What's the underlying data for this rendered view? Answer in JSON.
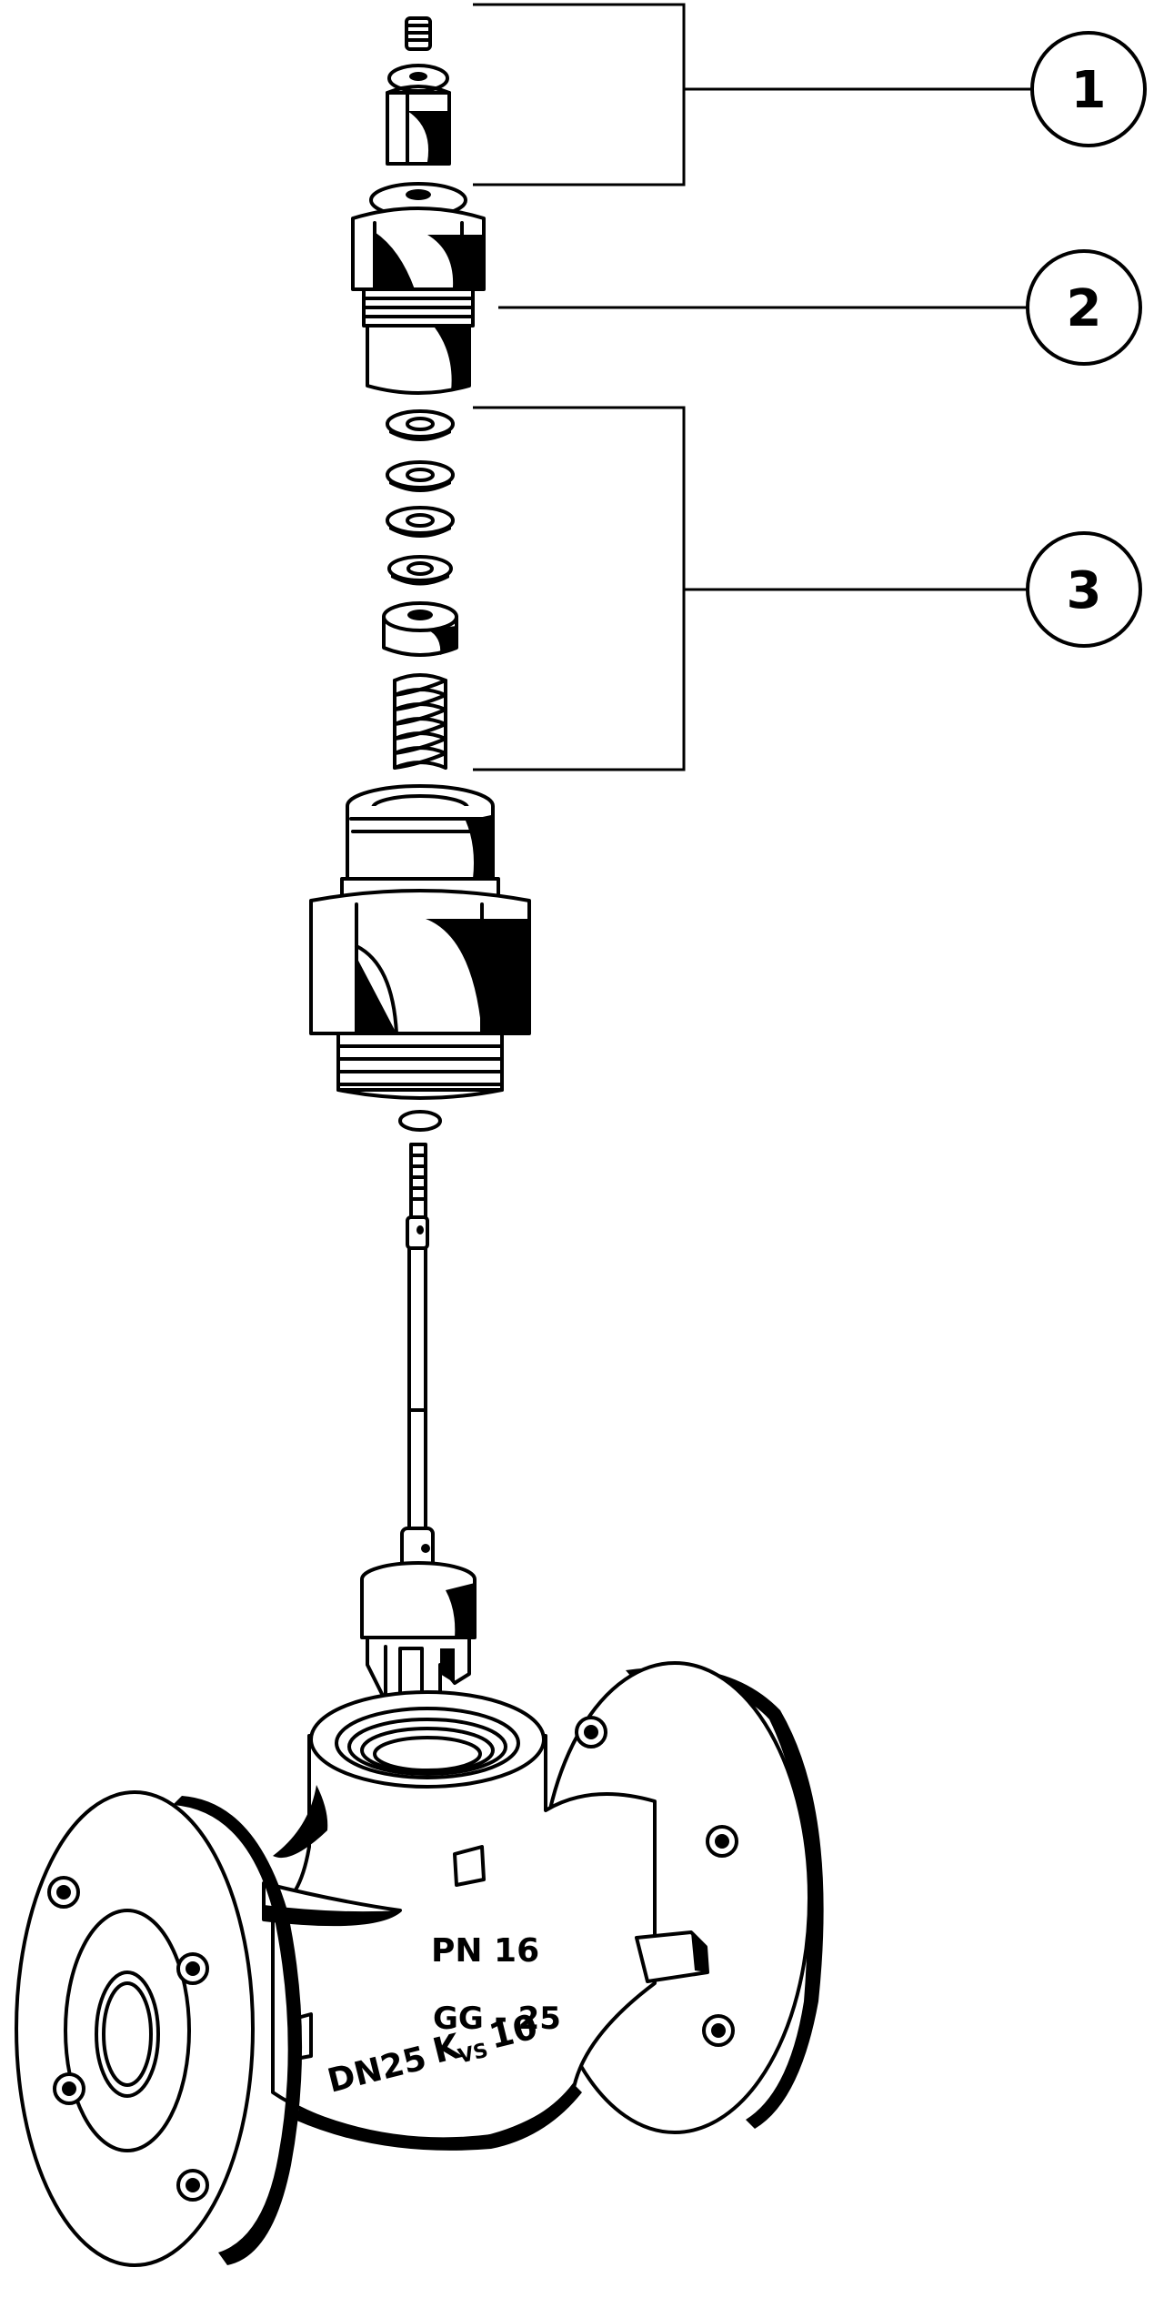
{
  "callouts": [
    {
      "label": "1"
    },
    {
      "label": "2"
    },
    {
      "label": "3"
    }
  ],
  "body_markings": {
    "pressure": "PN 16",
    "material": "GG - 25",
    "size": "DN25",
    "kvs_symbol": "K",
    "kvs_sub": "VS",
    "kvs_value": "10"
  },
  "colors": {
    "ink": "#000000",
    "paper": "#ffffff"
  }
}
